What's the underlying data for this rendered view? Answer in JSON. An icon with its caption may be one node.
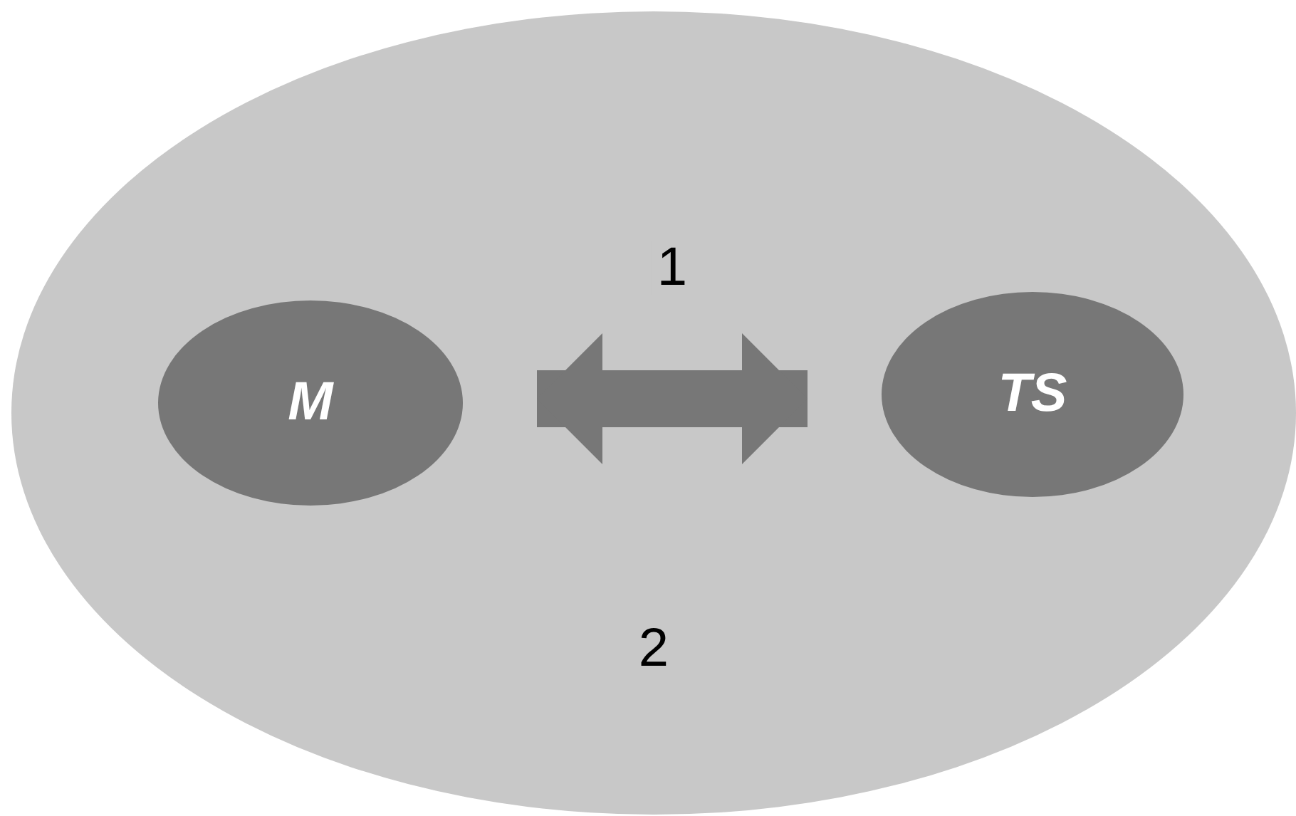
{
  "diagram": {
    "nodes": [
      {
        "text": [
          "2"
        ]
      },
      {
        "text": [
          "M"
        ],
        "in": 0
      },
      {
        "text": [
          "TS"
        ],
        "in": 0
      }
    ],
    "edges": [
      {
        "from": 1,
        "to": 2,
        "arrow": "both",
        "label": "1"
      }
    ]
  }
}
